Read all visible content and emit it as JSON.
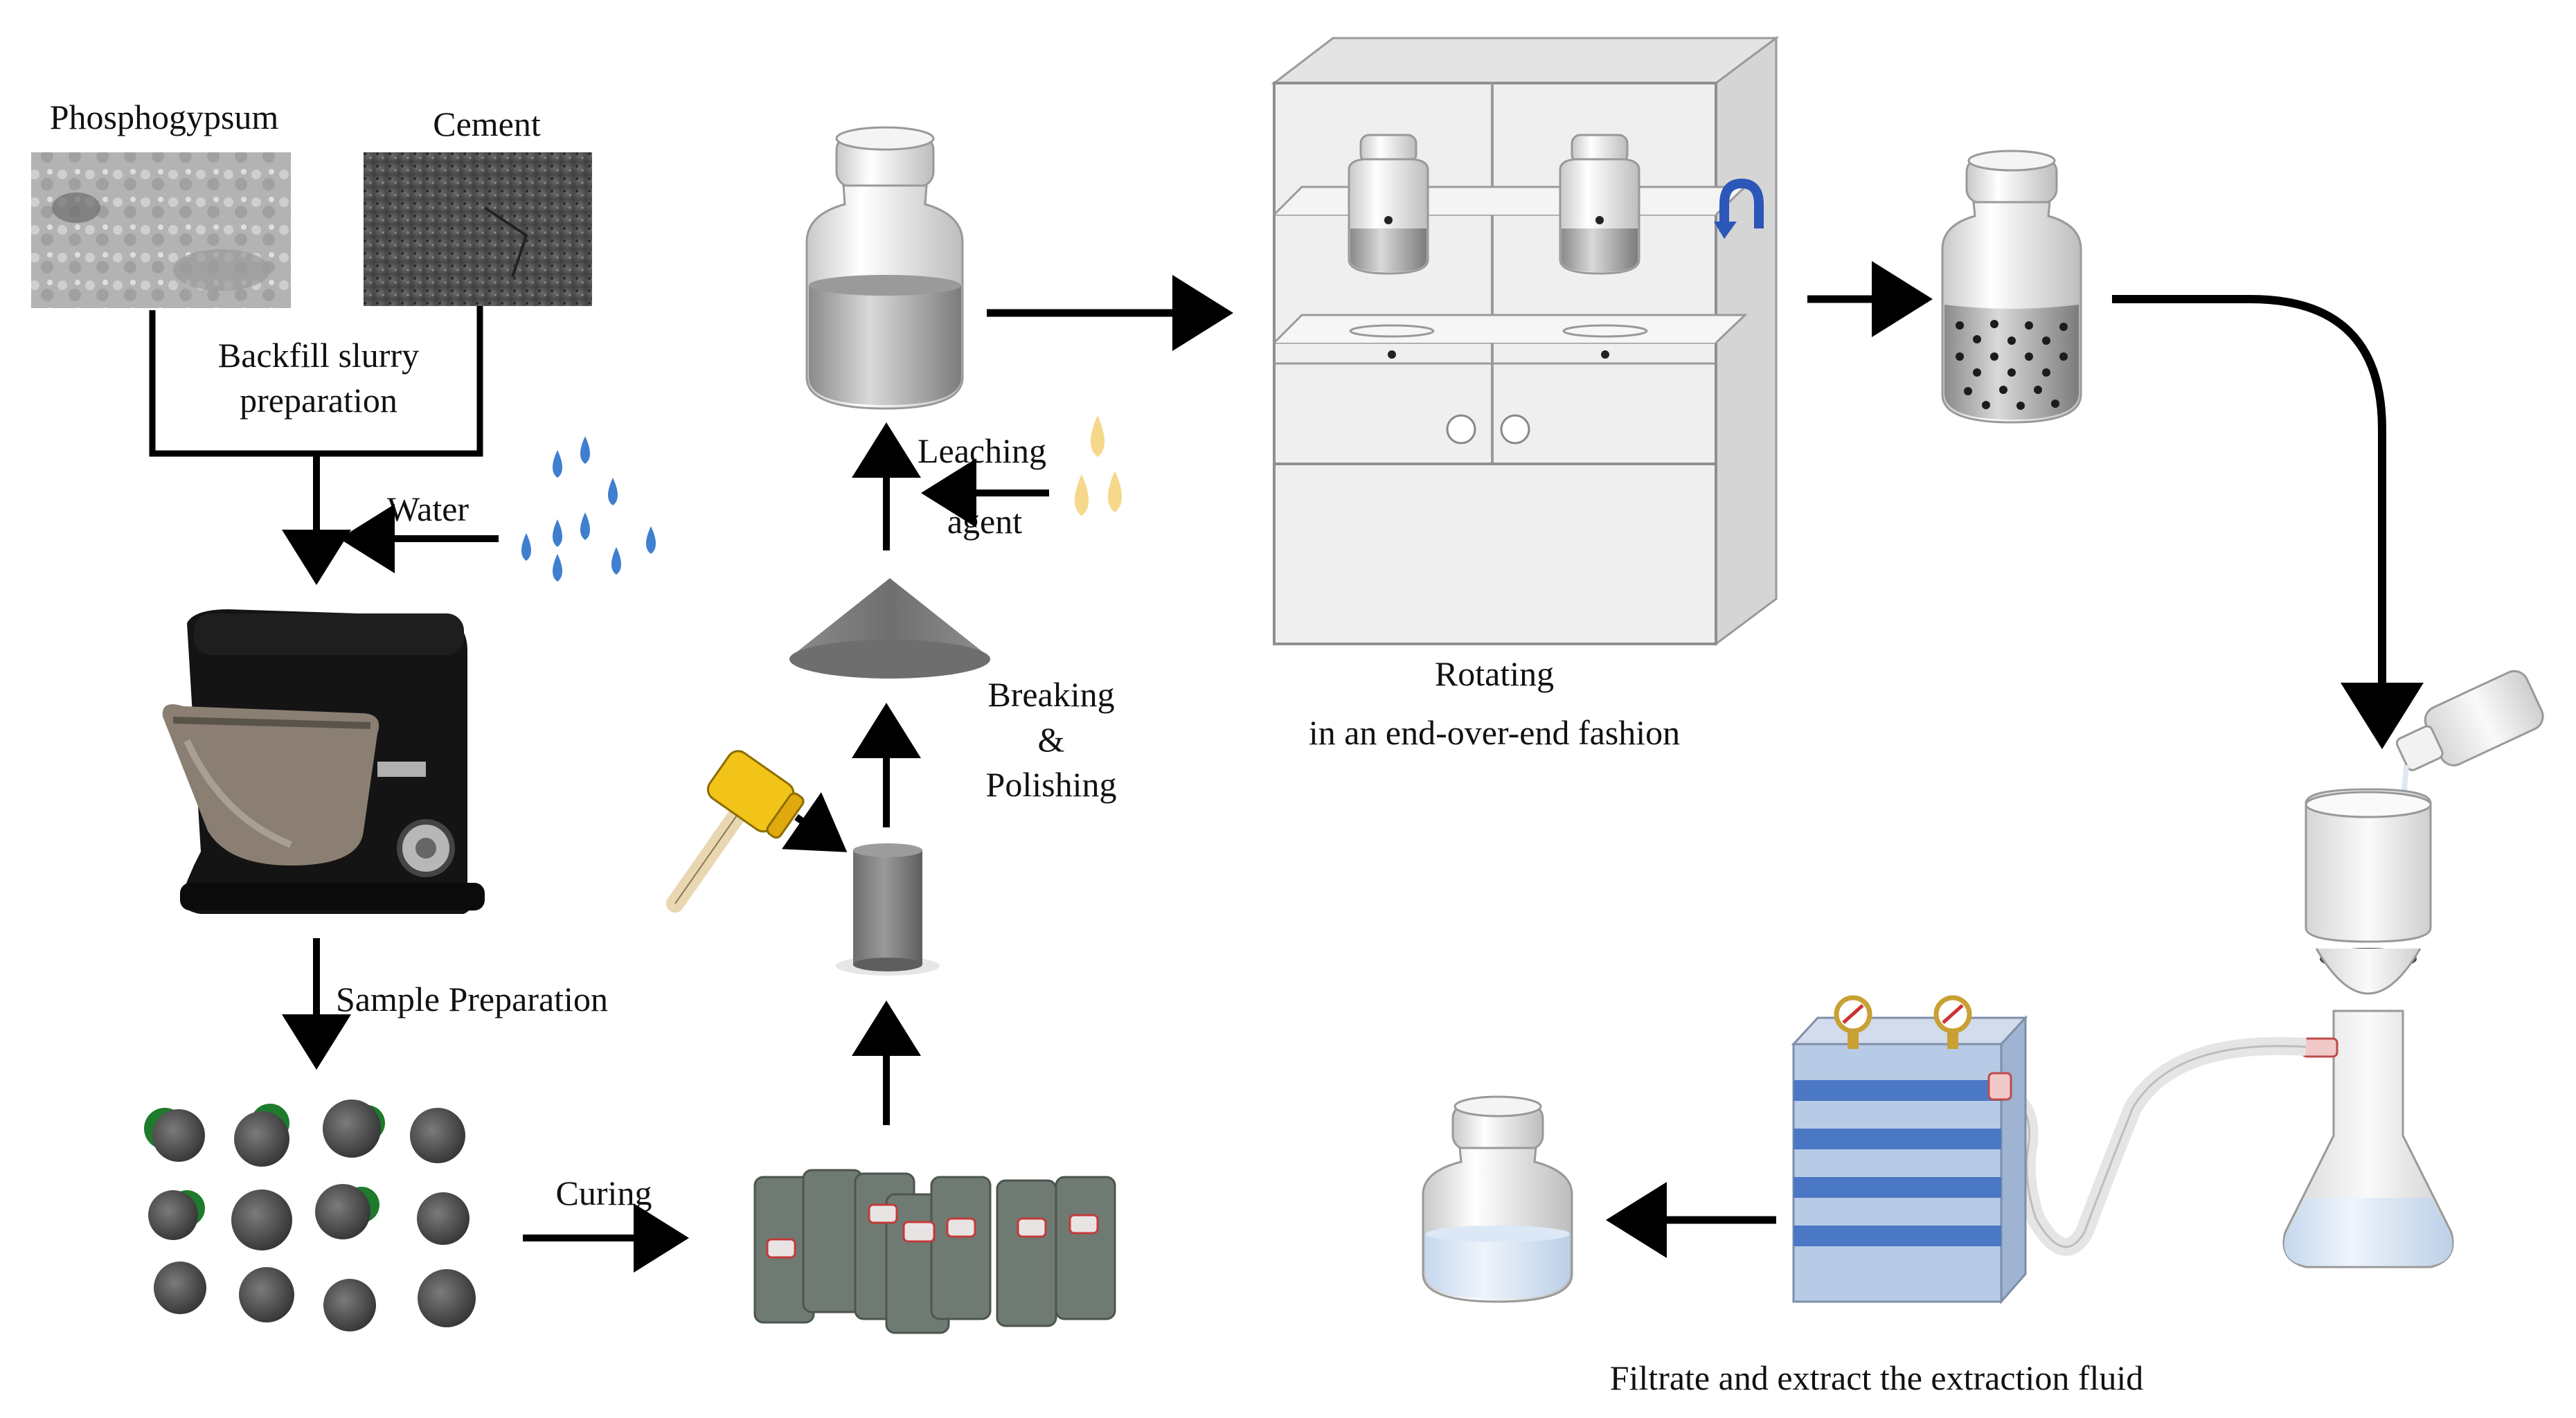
{
  "labels": {
    "phosphogypsum": "Phosphogypsum",
    "cement": "Cement",
    "backfill_line1": "Backfill slurry",
    "backfill_line2": "preparation",
    "water": "Water",
    "sample_preparation": "Sample Preparation",
    "curing": "Curing",
    "breaking_line1": "Breaking",
    "breaking_line2": "&",
    "breaking_line3": "Polishing",
    "leaching_line1": "Leaching",
    "leaching_line2": "agent",
    "rotating_line1": "Rotating",
    "rotating_line2": "in an end-over-end fashion",
    "filtrate": "Filtrate and extract the extraction fluid"
  },
  "colors": {
    "arrow": "#000000",
    "water_drop": "#3f7fd0",
    "leaching_drop": "#f6d88a",
    "hammer_head": "#f2c318",
    "pump_stripe": "#4a78c4",
    "pump_body": "#b8cbe6",
    "rotation_arrow": "#2a57b8"
  },
  "icons": {
    "water": "water-drops-icon",
    "leaching": "leaching-drops-icon",
    "hammer": "hammer-icon",
    "rotation": "rotation-arrow-icon"
  }
}
